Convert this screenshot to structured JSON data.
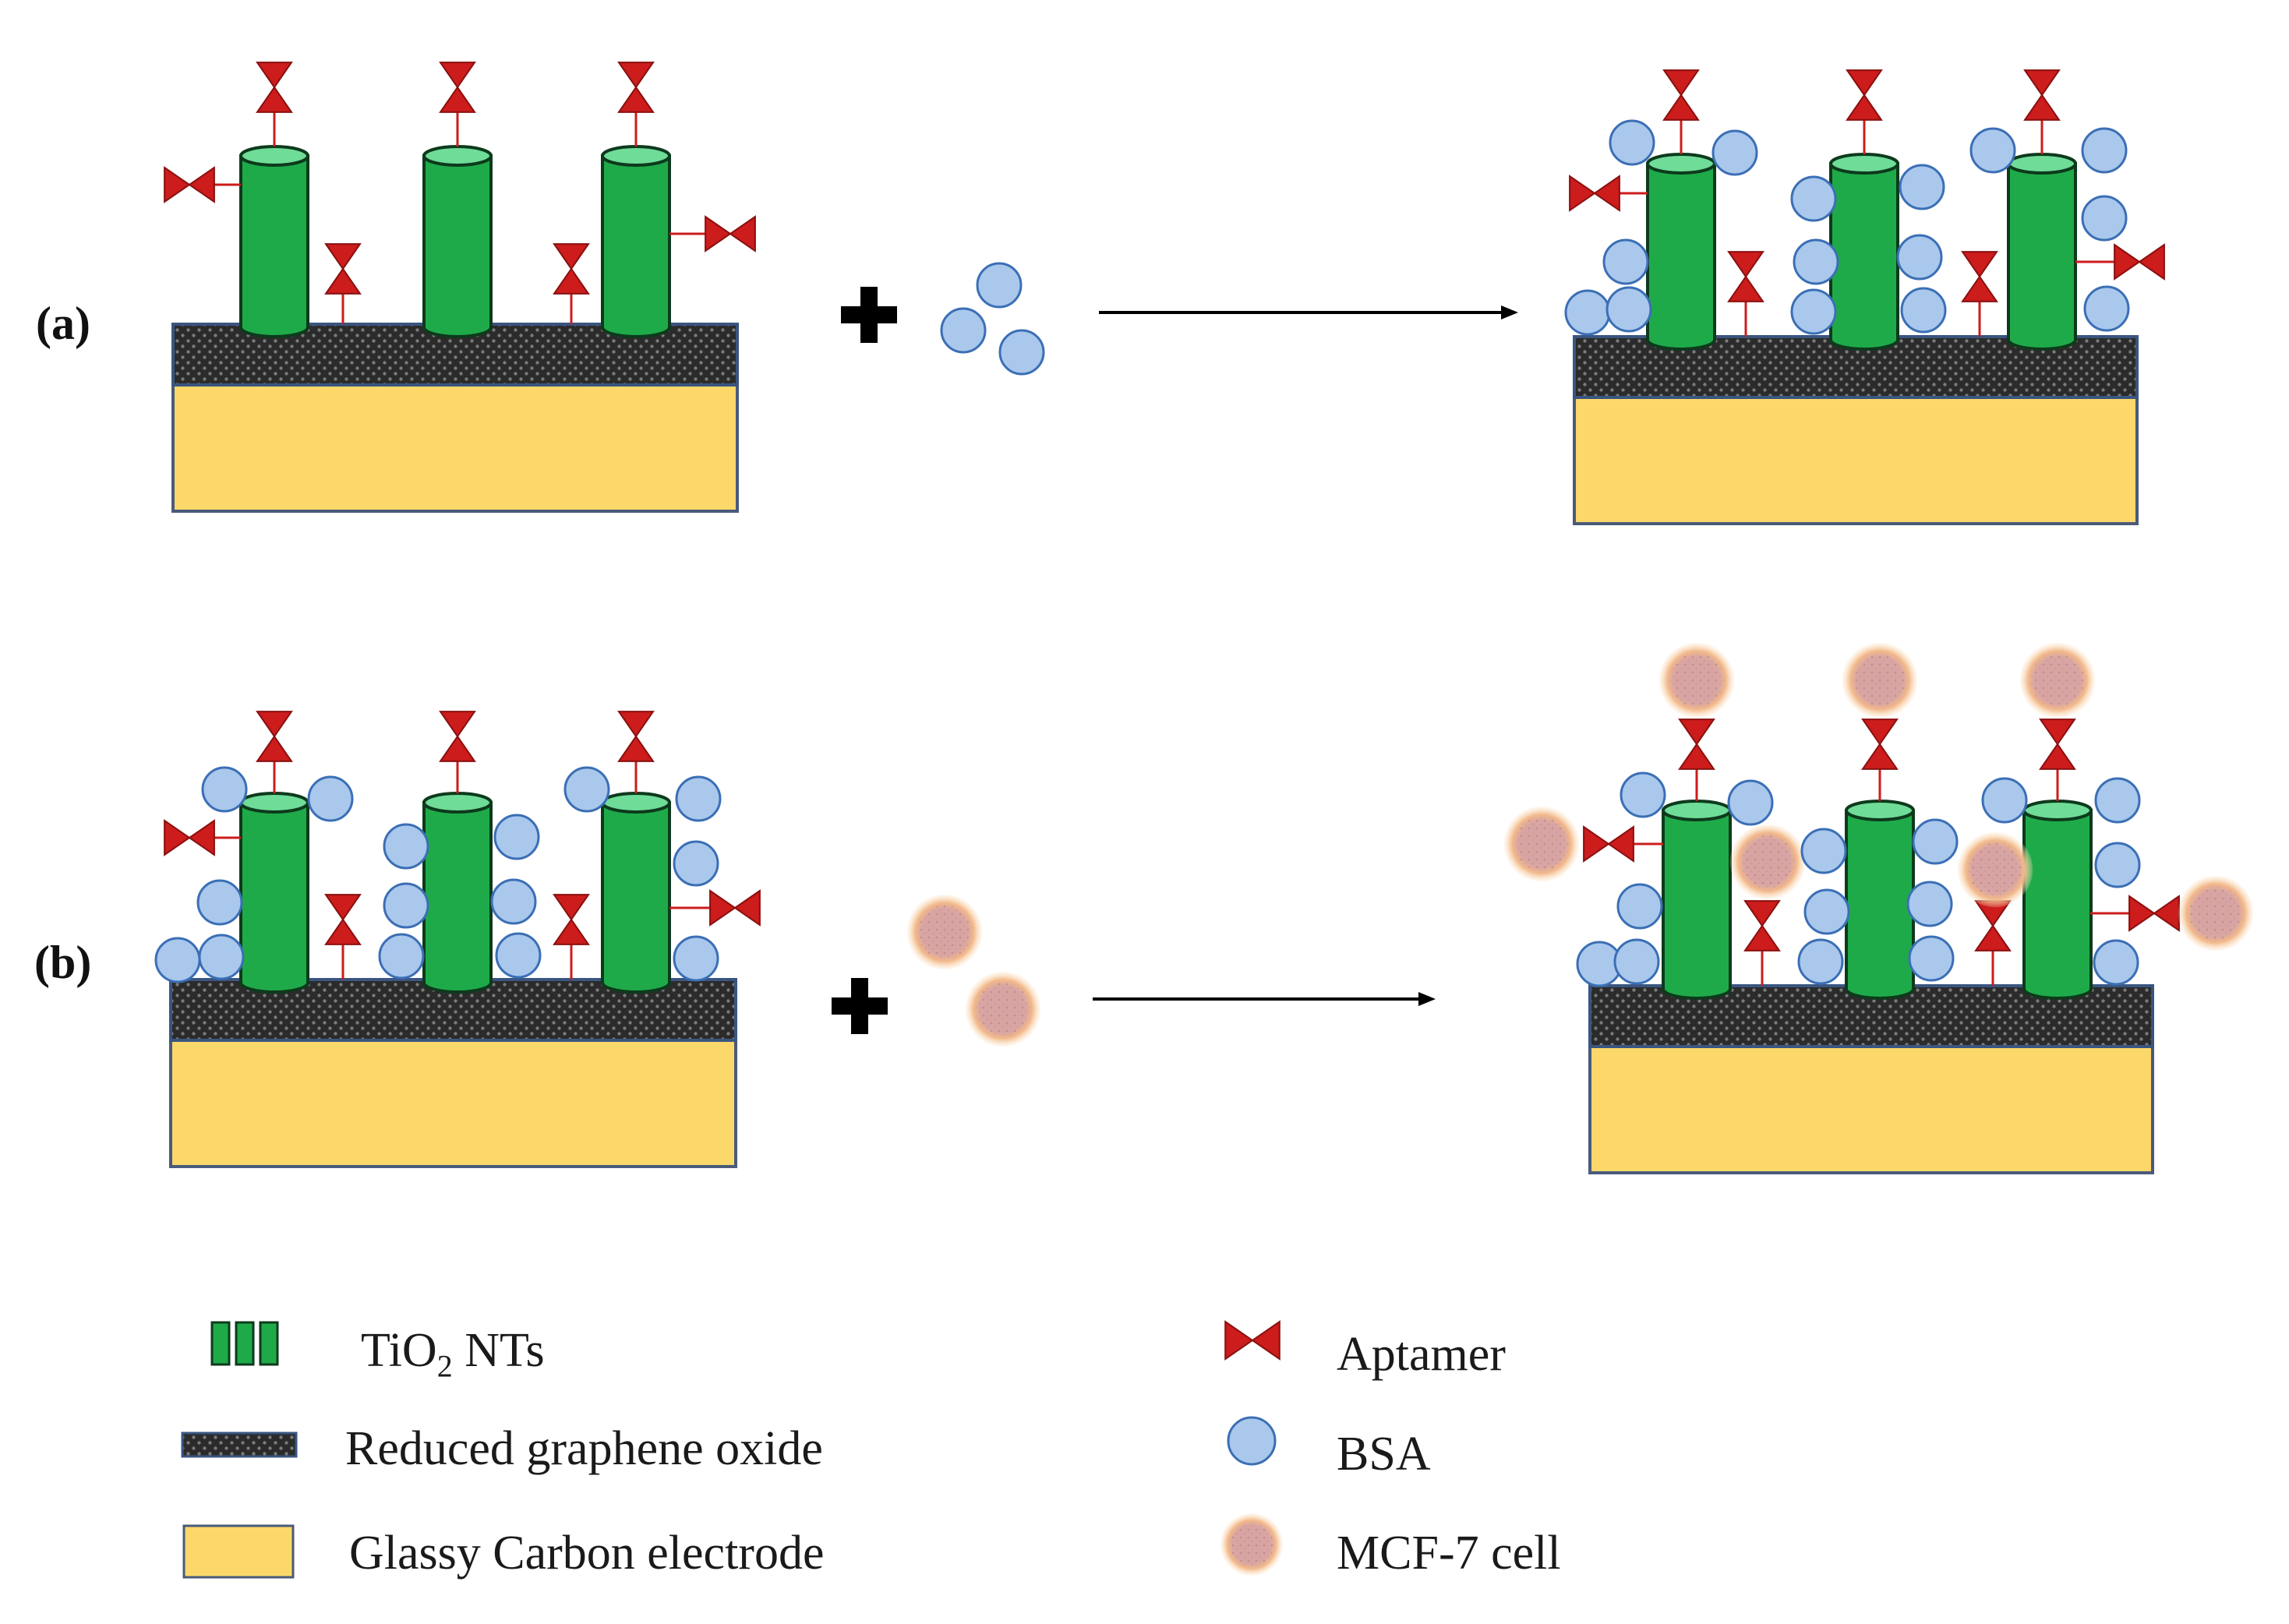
{
  "panels": [
    {
      "id": "a",
      "label": "(a)"
    },
    {
      "id": "b",
      "label": "(b)"
    }
  ],
  "legend": [
    {
      "key": "tio2",
      "text_main": "TiO",
      "text_sub": "2",
      "text_tail": " NTs",
      "icon": "green-tube-icon"
    },
    {
      "key": "rgo",
      "text": "Reduced graphene oxide",
      "icon": "dark-dotted-bar-icon"
    },
    {
      "key": "gce",
      "text": "Glassy Carbon electrode",
      "icon": "yellow-block-icon"
    },
    {
      "key": "aptamer",
      "text": "Aptamer",
      "icon": "red-bowtie-icon"
    },
    {
      "key": "bsa",
      "text": "BSA",
      "icon": "blue-circle-icon"
    },
    {
      "key": "cell",
      "text": "MCF-7 cell",
      "icon": "pink-cell-icon"
    }
  ],
  "colors": {
    "tube": "#1faa4a",
    "tube_top": "#6fdc98",
    "rgo": "#3a3a3a",
    "gce": "#fcd86a",
    "aptamer": "#cc1c1c",
    "bsa": "#a9c8ec",
    "bsa_stroke": "#3b6fb5",
    "cell": "#d9a7a7",
    "cell_glow": "#f6c07a"
  }
}
